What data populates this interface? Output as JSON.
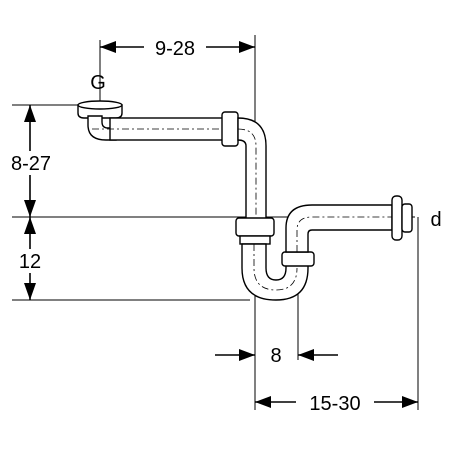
{
  "labels": {
    "top_dim": "9-28",
    "left_upper_dim": "8-27",
    "left_lower_dim": "12",
    "inlet_label": "G",
    "outlet_label": "d",
    "offset_dim": "8",
    "bottom_dim": "15-30"
  }
}
